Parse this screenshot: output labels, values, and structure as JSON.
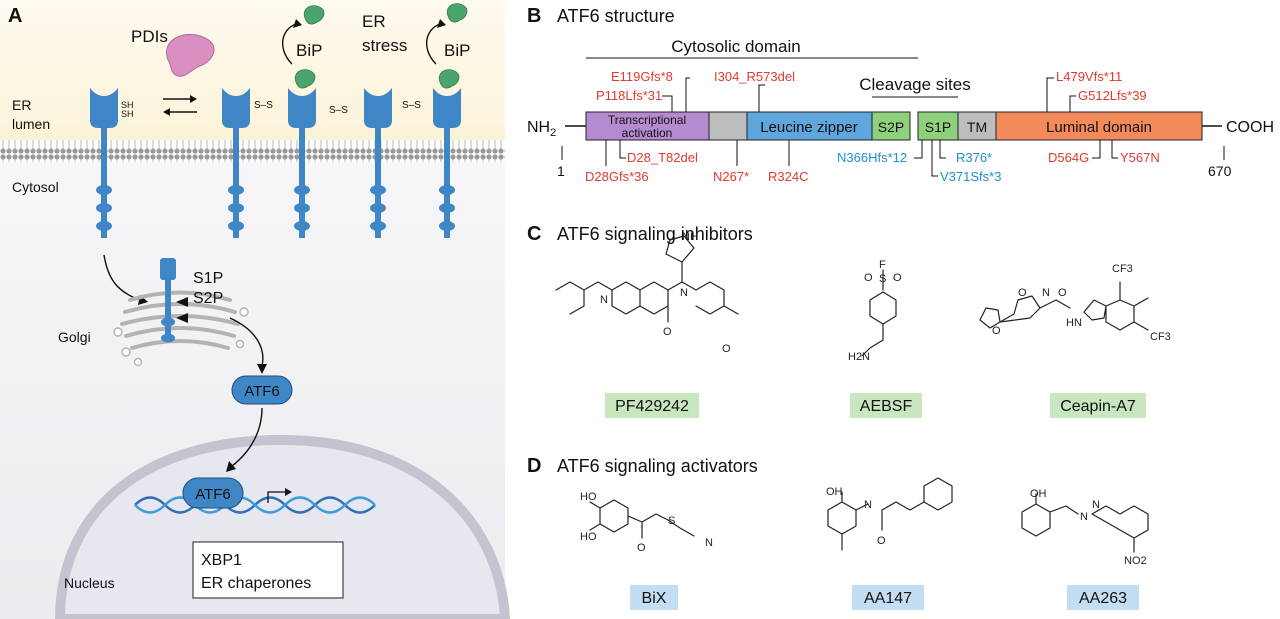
{
  "panel_a": {
    "letter": "A",
    "pdis": "PDIs",
    "bip_1": "BiP",
    "bip_2": "BiP",
    "er_stress_line1": "ER",
    "er_stress_line2": "stress",
    "er_lumen_line1": "ER",
    "er_lumen_line2": "lumen",
    "cytosol": "Cytosol",
    "sh_1": "SH",
    "sh_2": "SH",
    "disulfide": "S–S",
    "s1p": "S1P",
    "s2p": "S2P",
    "golgi": "Golgi",
    "atf6_free": "ATF6",
    "atf6_dna": "ATF6",
    "nucleus": "Nucleus",
    "targets_line1": "XBP1",
    "targets_line2": "ER chaperones",
    "colors": {
      "er_band": "#fdf7e3",
      "receptor": "#3f86c6",
      "bip": "#4aa56c",
      "pdi": "#d98fbf",
      "nucleus": "#e6e7ef"
    }
  },
  "panel_b": {
    "letter": "B",
    "title": "ATF6 structure",
    "cytosolic_domain": "Cytosolic domain",
    "cleavage_sites": "Cleavage sites",
    "nh2": "NH",
    "nh2_sub": "2",
    "cooh": "COOH",
    "start_residue": "1",
    "end_residue": "670",
    "domains": [
      {
        "label_1": "Transcriptional",
        "label_2": "activation",
        "color": "#b48bd0"
      },
      {
        "label": "",
        "color": "#bdbdbd"
      },
      {
        "label": "Leucine zipper",
        "color": "#5ea6dc"
      },
      {
        "label": "S2P",
        "color": "#8fd07f"
      },
      {
        "label": "S1P",
        "color": "#8fd07f"
      },
      {
        "label": "TM",
        "color": "#bdbdbd"
      },
      {
        "label": "Luminal domain",
        "color": "#f28a5c"
      }
    ],
    "mutations_top": [
      "E119Gfs*8",
      "P118Lfs*31",
      "I304_R573del",
      "L479Vfs*11",
      "G512Lfs*39"
    ],
    "mutations_bottom": [
      "D28_T82del",
      "D28Gfs*36",
      "N267*",
      "R324C",
      "D564G",
      "Y567N"
    ],
    "mutations_blue": [
      "N366Hfs*12",
      "R376*",
      "V371Sfs*3"
    ]
  },
  "panel_c": {
    "letter": "C",
    "title": "ATF6 signaling inhibitors",
    "compounds": [
      "PF429242",
      "AEBSF",
      "Ceapin-A7"
    ],
    "label_color": "#c8e6c0"
  },
  "panel_d": {
    "letter": "D",
    "title": "ATF6 signaling activators",
    "compounds": [
      "BiX",
      "AA147",
      "AA263"
    ],
    "label_color": "#c3def2"
  }
}
